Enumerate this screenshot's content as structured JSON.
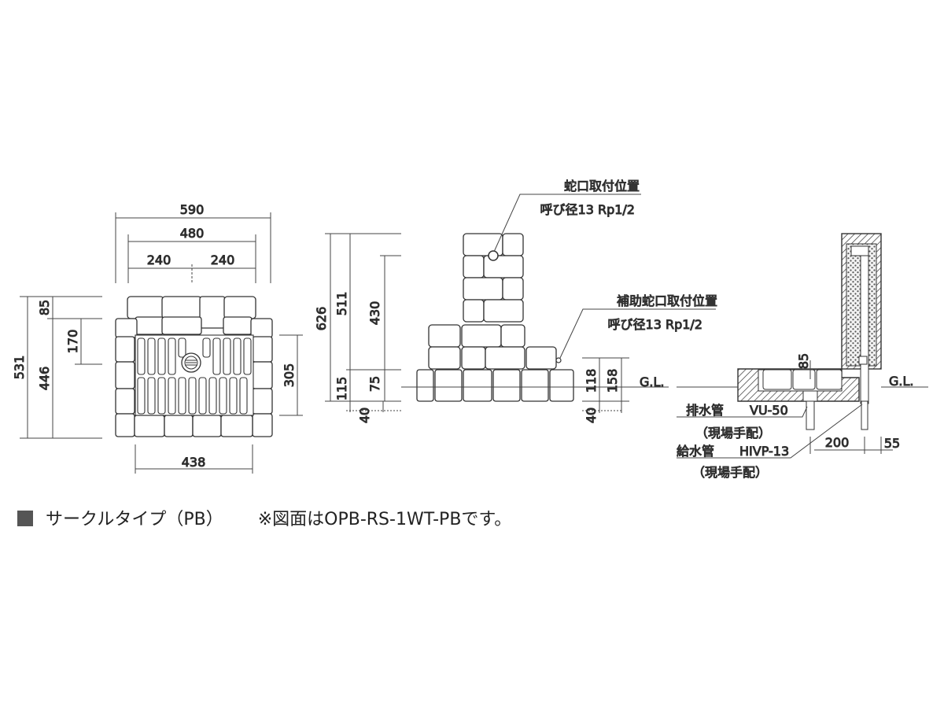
{
  "plan_view": {
    "dims": {
      "overall_width": "590",
      "inner_width": "480",
      "left_half": "240",
      "right_half": "240",
      "bottom_width": "438",
      "overall_depth": "531",
      "top_offset": "85",
      "body_depth": "446",
      "faucet_offset": "170",
      "right_depth": "305"
    }
  },
  "front_view": {
    "dims": {
      "total_height": "626",
      "upper_height": "511",
      "post_height": "430",
      "base_height": "115",
      "aux_height": "75",
      "below_gl_left": "40",
      "right_118": "118",
      "right_158": "158",
      "below_gl_right": "40"
    },
    "labels": {
      "faucet_title": "蛇口取付位置",
      "faucet_spec": "呼び径13 Rp1/2",
      "aux_title": "補助蛇口取付位置",
      "aux_spec": "呼び径13 Rp1/2",
      "ground": "G.L."
    }
  },
  "section_view": {
    "dims": {
      "sink_height": "85",
      "pipe_spacing": "200",
      "pipe_edge": "55"
    },
    "labels": {
      "ground": "G.L.",
      "drain_label": "排水管",
      "drain_spec": "VU-50",
      "drain_note": "（現場手配）",
      "supply_label": "給水管",
      "supply_spec": "HIVP-13",
      "supply_note": "（現場手配）"
    }
  },
  "caption": {
    "title": "サークルタイプ（PB）",
    "note": "※図面はOPB-RS-1WT-PBです。"
  }
}
